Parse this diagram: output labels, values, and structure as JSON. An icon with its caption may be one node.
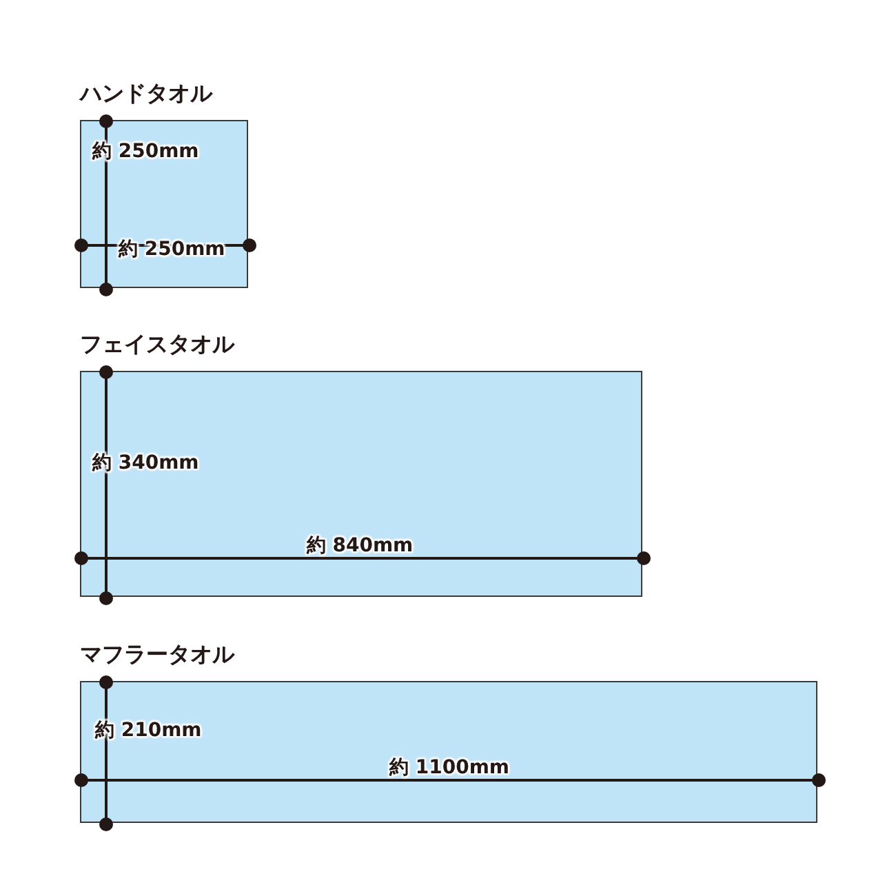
{
  "diagram": {
    "nodes": [
      {
        "text": [
          "ハンドタオル",
          "約 250mm",
          "約 250mm"
        ]
      },
      {
        "text": [
          "フェイスタオル",
          "約 340mm",
          "約 840mm"
        ]
      },
      {
        "text": [
          "マフラータオル",
          "約 210mm",
          "約 1100mm"
        ]
      }
    ]
  }
}
